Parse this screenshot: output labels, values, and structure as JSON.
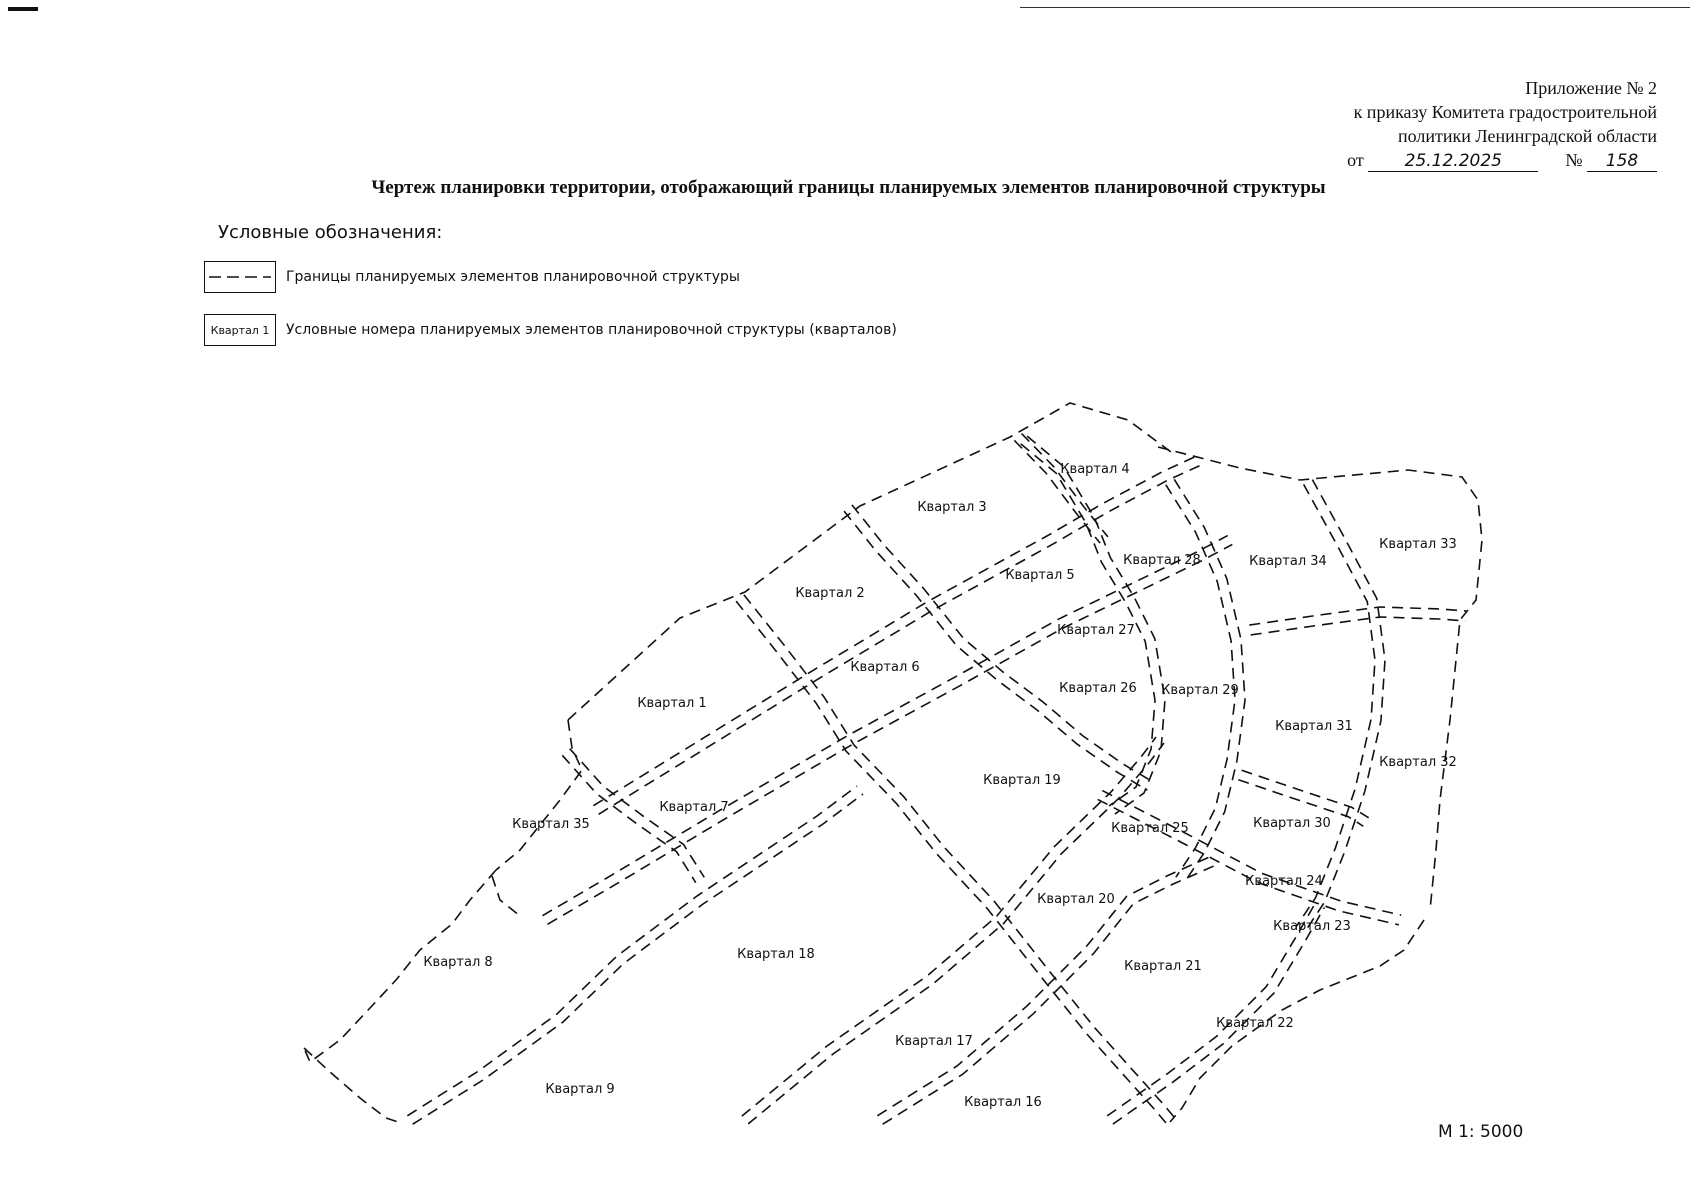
{
  "appendix": {
    "line1": "Приложение № 2",
    "line2": "к приказу Комитета градостроительной",
    "line3": "политики Ленинградской области",
    "date_prefix": "от",
    "date_value": "25.12.2025",
    "number_prefix": "№",
    "number_value": "158"
  },
  "title": "Чертеж планировки территории, отображающий границы планируемых элементов планировочной структуры",
  "legend": {
    "heading": "Условные обозначения:",
    "items": [
      {
        "symbol": "dashed-boundary-line",
        "text": "Границы планируемых элементов планировочной структуры"
      },
      {
        "symbol_text": "Квартал 1",
        "text": "Условные номера планируемых элементов планировочной структуры (кварталов)"
      }
    ]
  },
  "map": {
    "line_style": "dashed black",
    "quarter_labels": [
      "Квартал 1",
      "Квартал 2",
      "Квартал 3",
      "Квартал 4",
      "Квартал 5",
      "Квартал 6",
      "Квартал 7",
      "Квартал 8",
      "Квартал 9",
      "Квартал 16",
      "Квартал 17",
      "Квартал 18",
      "Квартал 19",
      "Квартал 20",
      "Квартал 21",
      "Квартал 22",
      "Квартал 23",
      "Квартал 24",
      "Квартал 25",
      "Квартал 26",
      "Квартал 27",
      "Квартал 28",
      "Квартал 29",
      "Квартал 30",
      "Квартал 31",
      "Квартал 32",
      "Квартал 33",
      "Квартал 34",
      "Квартал 35"
    ]
  },
  "scale": "М 1: 5000"
}
